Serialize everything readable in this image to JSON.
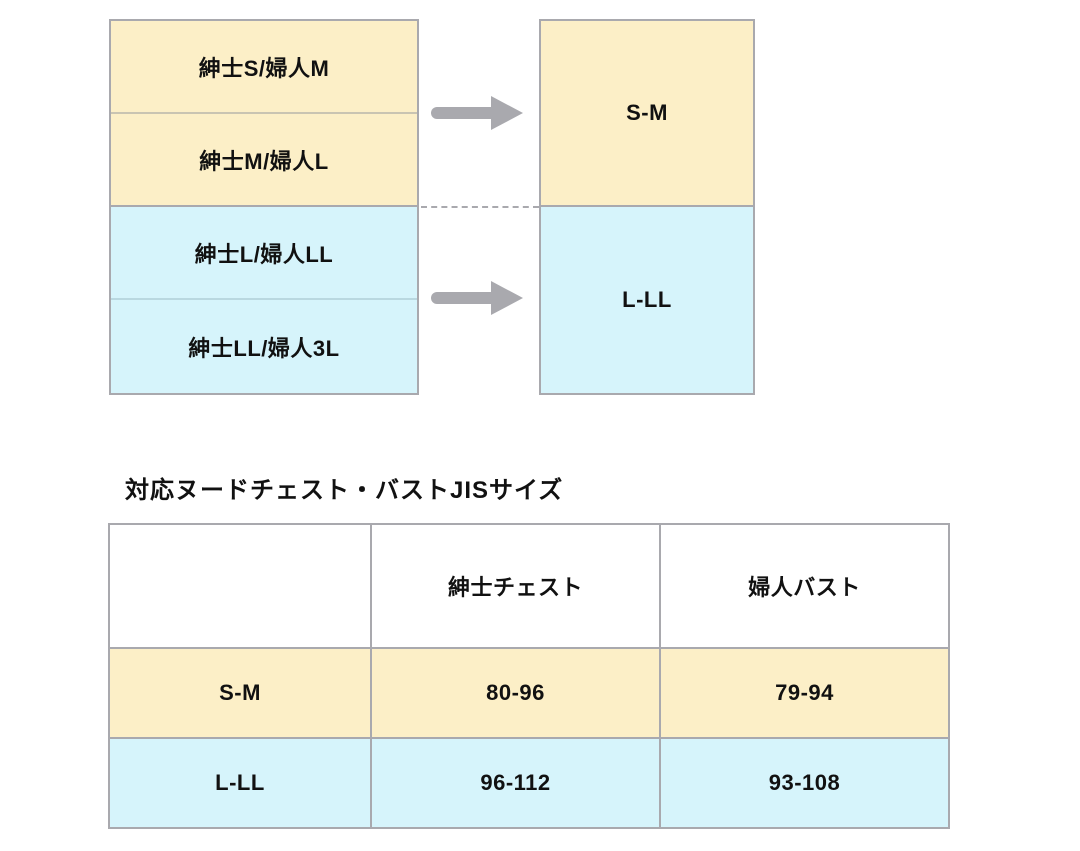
{
  "diagram": {
    "source_groups": [
      {
        "tone": "yellow",
        "rows": [
          {
            "label": "紳士S/婦人M"
          },
          {
            "label": "紳士M/婦人L"
          }
        ]
      },
      {
        "tone": "blue",
        "rows": [
          {
            "label": "紳士L/婦人LL"
          },
          {
            "label": "紳士LL/婦人3L"
          }
        ]
      }
    ],
    "destinations": [
      {
        "label": "S-M",
        "tone": "yellow"
      },
      {
        "label": "L-LL",
        "tone": "blue"
      }
    ],
    "arrows": [
      {
        "name": "arrow-to-s-m"
      },
      {
        "name": "arrow-to-l-ll"
      }
    ]
  },
  "table_section": {
    "caption": "対応ヌードチェスト・バストJISサイズ",
    "columns": [
      "",
      "紳士チェスト",
      "婦人バスト"
    ],
    "rows": [
      {
        "size": "S-M",
        "mens_chest": "80-96",
        "womens_bust": "79-94",
        "tone": "yellow"
      },
      {
        "size": "L-LL",
        "mens_chest": "96-112",
        "womens_bust": "93-108",
        "tone": "blue"
      }
    ]
  },
  "colors": {
    "yellow_fill": "#fcefc7",
    "blue_fill": "#d6f4fb",
    "border_gray": "#a9a9ae",
    "text": "#111111",
    "background": "#ffffff"
  }
}
